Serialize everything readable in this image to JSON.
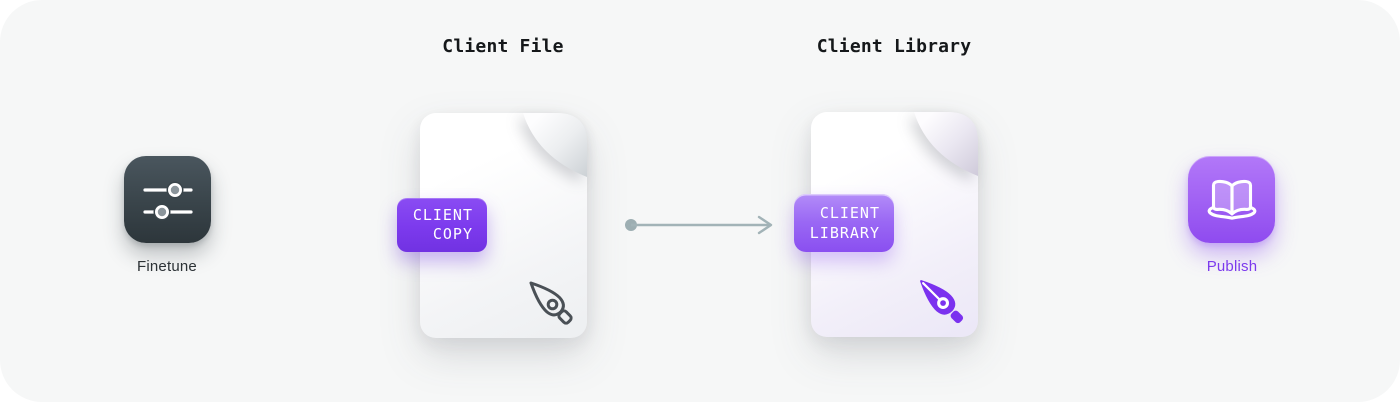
{
  "canvas": {
    "background": "#f6f7f7"
  },
  "finetune": {
    "label": "Finetune",
    "icon": "sliders-icon",
    "tile_color_top": "#4a565e",
    "tile_color_bottom": "#2d363b"
  },
  "client_file": {
    "title": "Client File",
    "badge": {
      "line1": "CLIENT",
      "line2": "COPY",
      "color": "#7c3aed"
    },
    "pen_icon": "pen-nib-outline-icon",
    "pen_color": "#4a5056"
  },
  "flow_arrow": {
    "direction": "right",
    "color": "#a2b3b7"
  },
  "client_library": {
    "title": "Client Library",
    "badge": {
      "line1": "CLIENT",
      "line2": "LIBRARY",
      "color": "#9a68f4"
    },
    "pen_icon": "pen-nib-filled-icon",
    "pen_color": "#7b32ef"
  },
  "publish": {
    "label": "Publish",
    "label_color": "#7c3aed",
    "icon": "open-book-icon",
    "tile_color_top": "#b278f8",
    "tile_color_bottom": "#8f4bef"
  }
}
